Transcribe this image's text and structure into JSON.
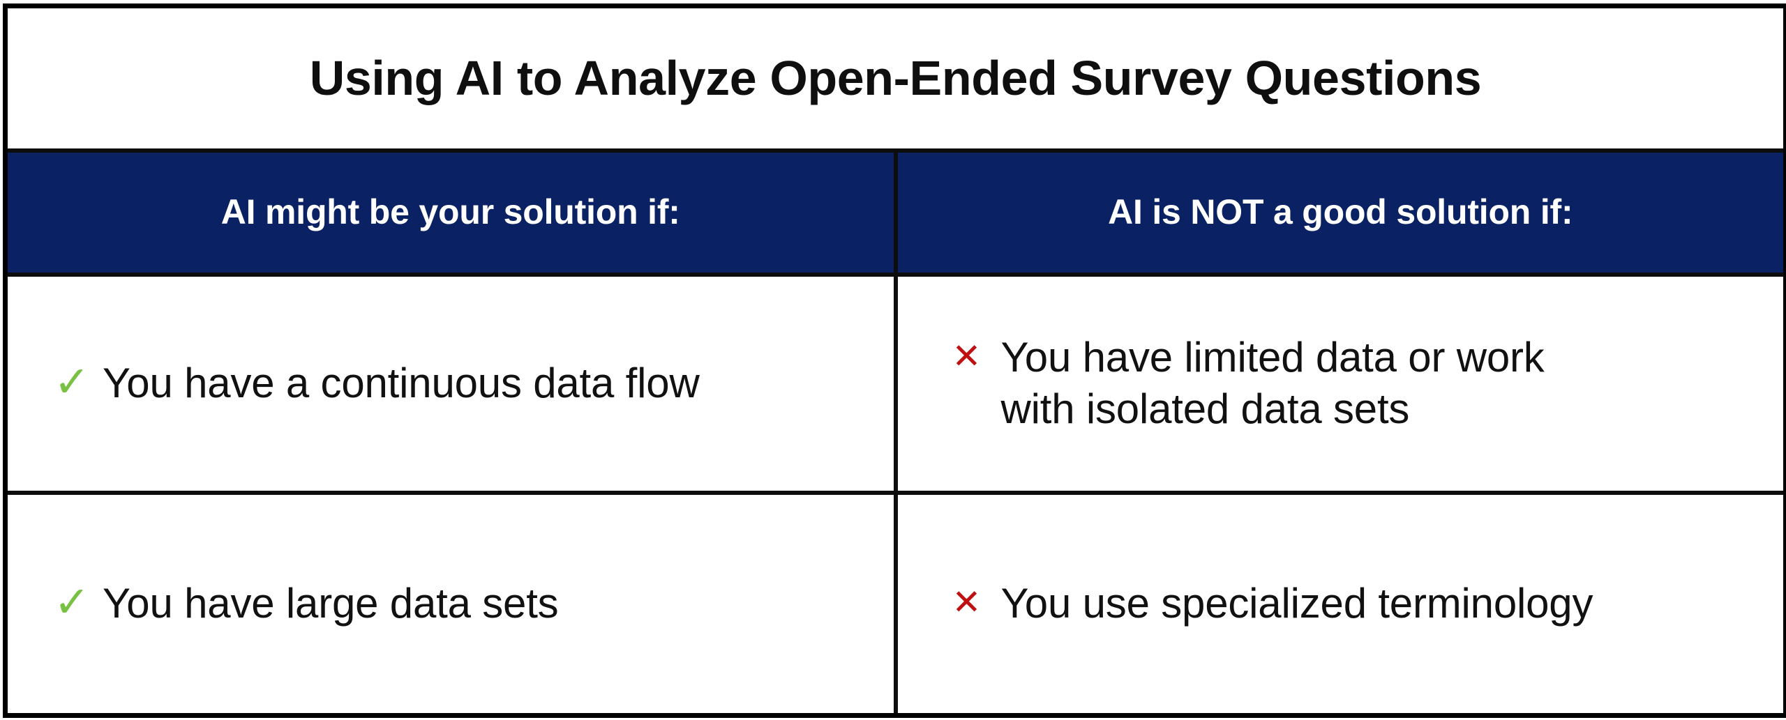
{
  "slide": {
    "title": "Using AI to Analyze Open-Ended Survey Questions"
  },
  "colors": {
    "header_background": "#0a2263",
    "header_text": "#ffffff",
    "body_text": "#111111",
    "check_green": "#79c143",
    "cross_red": "#bf1111",
    "border": "#0d0d0d",
    "page_background": "#ffffff"
  },
  "table": {
    "columns": [
      {
        "id": "positive",
        "header": "AI might be your solution if:",
        "marker_icon": "check-icon",
        "marker_glyph": "✓",
        "marker_color": "#79c143"
      },
      {
        "id": "negative",
        "header": "AI is NOT a good solution if:",
        "marker_icon": "cross-icon",
        "marker_glyph": "✕",
        "marker_color": "#bf1111"
      }
    ],
    "rows": [
      {
        "positive": {
          "line1": "You have a continuous data flow",
          "line2": ""
        },
        "negative": {
          "line1": "You have limited data or work",
          "line2": "with isolated data sets"
        }
      },
      {
        "positive": {
          "line1": "You have large data sets",
          "line2": ""
        },
        "negative": {
          "line1": "You use specialized terminology",
          "line2": ""
        }
      }
    ]
  }
}
